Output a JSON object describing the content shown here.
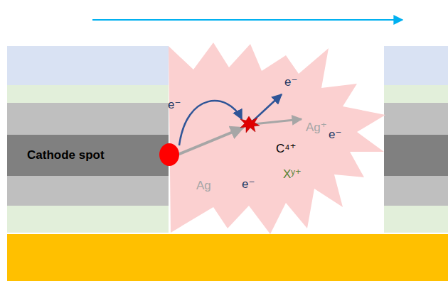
{
  "diagram": {
    "nodes": [
      {
        "text": [
          "Cathode spot"
        ]
      }
    ],
    "labels": [
      "e⁻",
      "e⁻",
      "Ag⁺",
      "e⁻",
      "C⁴⁺",
      "Ag",
      "e⁻",
      "Xʸ⁺"
    ]
  }
}
